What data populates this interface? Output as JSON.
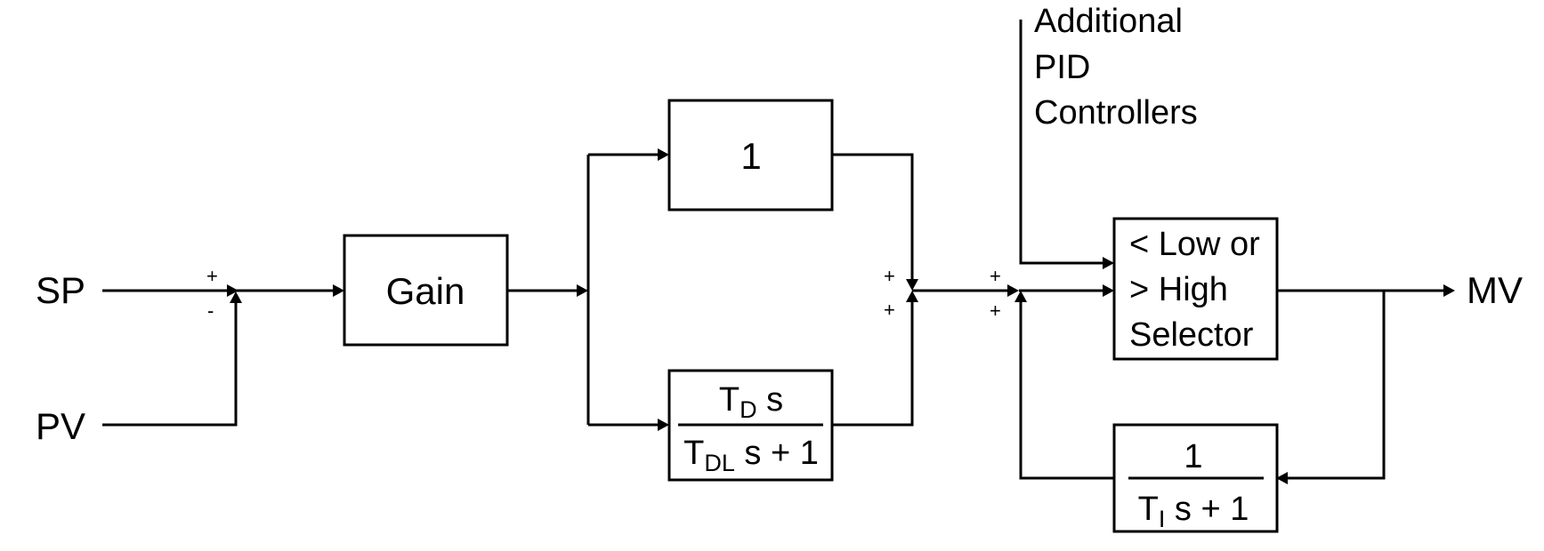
{
  "signals": {
    "sp": "SP",
    "pv": "PV",
    "mv": "MV"
  },
  "signs": {
    "sum1_top": "+",
    "sum1_bottom": "-",
    "sum2_top": "+",
    "sum2_bottom": "+",
    "sum3_top": "+",
    "sum3_bottom": "+"
  },
  "blocks": {
    "gain": "Gain",
    "proportional": "1",
    "derivative": {
      "num_main": "T",
      "num_sub": "D",
      "num_tail": " s",
      "den_main": "T",
      "den_sub": "DL",
      "den_tail": " s + 1"
    },
    "selector": {
      "line1": "< Low or",
      "line2": "> High",
      "line3": "Selector"
    },
    "integral": {
      "num": "1",
      "den_main": "T",
      "den_sub": "I",
      "den_tail": " s + 1"
    }
  },
  "external_input": {
    "line1": "Additional",
    "line2": "PID",
    "line3": "Controllers"
  }
}
